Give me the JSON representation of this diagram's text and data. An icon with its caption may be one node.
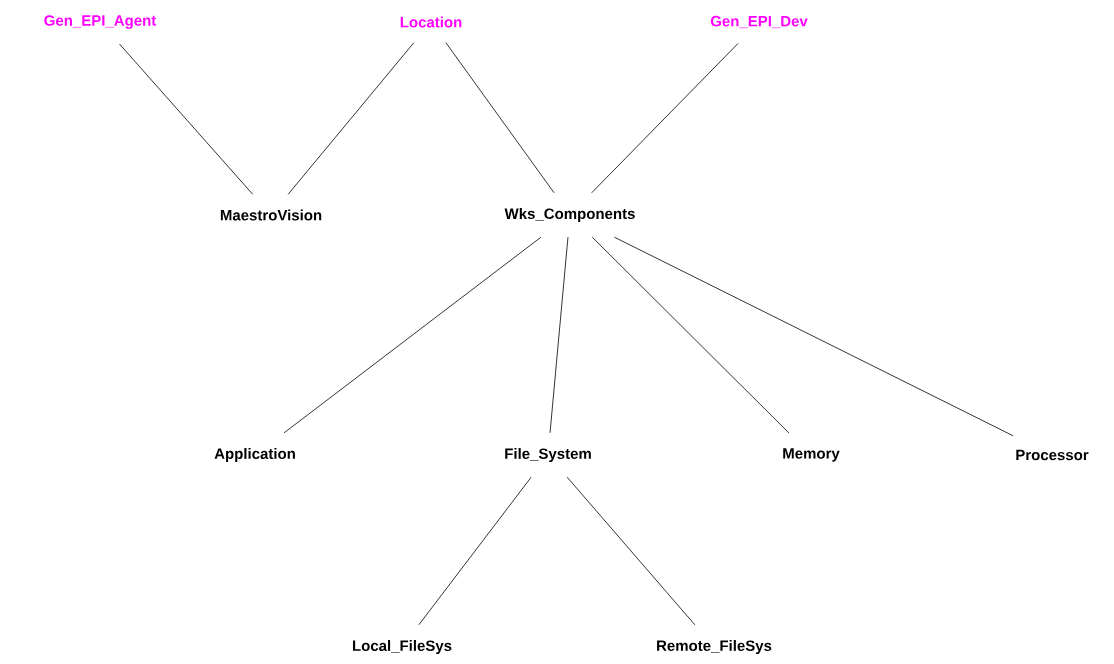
{
  "diagram": {
    "nodes": [
      {
        "text": [
          "Gen_EPI_Agent"
        ]
      },
      {
        "text": [
          "Location"
        ]
      },
      {
        "text": [
          "Gen_EPI_Dev"
        ]
      },
      {
        "text": [
          "MaestroVision"
        ]
      },
      {
        "text": [
          "Wks_Components"
        ]
      },
      {
        "text": [
          "Application"
        ]
      },
      {
        "text": [
          "File_System"
        ]
      },
      {
        "text": [
          "Memory"
        ]
      },
      {
        "text": [
          "Processor"
        ]
      },
      {
        "text": [
          "Local_FileSys"
        ]
      },
      {
        "text": [
          "Remote_FileSys"
        ]
      }
    ],
    "edges": [
      {
        "from": 0,
        "to": 3,
        "arrow": "none"
      },
      {
        "from": 1,
        "to": 3,
        "arrow": "none"
      },
      {
        "from": 1,
        "to": 4,
        "arrow": "none"
      },
      {
        "from": 2,
        "to": 4,
        "arrow": "none"
      },
      {
        "from": 4,
        "to": 5,
        "arrow": "none"
      },
      {
        "from": 4,
        "to": 6,
        "arrow": "none"
      },
      {
        "from": 4,
        "to": 7,
        "arrow": "none"
      },
      {
        "from": 4,
        "to": 8,
        "arrow": "none"
      },
      {
        "from": 6,
        "to": 9,
        "arrow": "none"
      },
      {
        "from": 6,
        "to": 10,
        "arrow": "none"
      }
    ]
  }
}
